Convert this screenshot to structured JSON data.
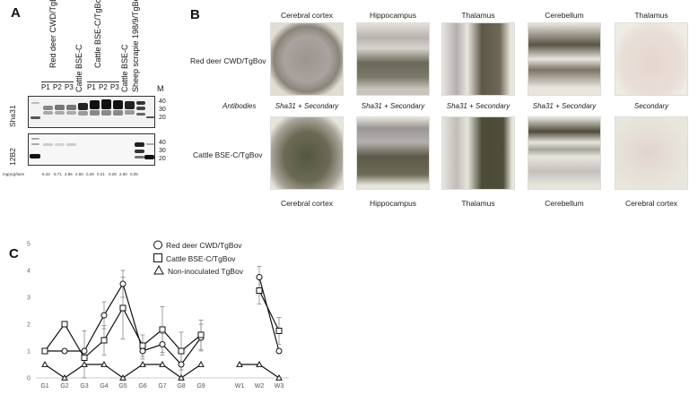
{
  "panel_a": {
    "letter": "A",
    "group_labels": [
      "Red deer CWD/TgBov",
      "Cattle BSE-C/TgBov"
    ],
    "lane_labels": [
      "P1",
      "P2",
      "P3",
      "Cattle BSE-C",
      "P1",
      "P2",
      "P3",
      "Cattle BSE-C",
      "Sheep scrapie 198/9/TgBov",
      "M"
    ],
    "antibodies": [
      "Sha31",
      "12B2"
    ],
    "mw_markers": [
      "40",
      "30",
      "20"
    ],
    "amount_label": "mg(eq)/lane",
    "amounts": [
      "6.43",
      "5.71",
      "2.86",
      "2.50",
      "0.28",
      "0.21",
      "0.28",
      "2.50",
      "0.05"
    ]
  },
  "panel_b": {
    "letter": "B",
    "rows": [
      {
        "label": "Red deer CWD/TgBov",
        "columns": [
          "Cerebral cortex",
          "Hippocampus",
          "Thalamus",
          "Cerebellum",
          "Thalamus"
        ]
      },
      {
        "label": "Cattle BSE-C/TgBov",
        "columns": [
          "Cerebral cortex",
          "Hippocampus",
          "Thalamus",
          "Cerebellum",
          "Cerebral cortex"
        ]
      }
    ],
    "antibodies_label": "Antibodies",
    "antibodies": [
      "Sha31 + Secondary",
      "Sha31 + Secondary",
      "Sha31 + Secondary",
      "Sha31 + Secondary",
      "Secondary"
    ]
  },
  "panel_c": {
    "letter": "C"
  },
  "chart_data": {
    "type": "line",
    "title": "",
    "xlabel": "",
    "ylabel": "",
    "ylim": [
      0,
      5
    ],
    "yticks": [
      "0",
      "1",
      "2",
      "3",
      "4",
      "5"
    ],
    "categories": [
      "G1",
      "G2",
      "G3",
      "G4",
      "G5",
      "G6",
      "G7",
      "G8",
      "G9",
      "W1",
      "W2",
      "W3"
    ],
    "legend_position": "upper center",
    "grid": false,
    "series": [
      {
        "name": "Red deer CWD/TgBov",
        "marker": "circle",
        "values": [
          1.0,
          1.0,
          1.0,
          2.33,
          3.5,
          1.0,
          1.25,
          0.5,
          1.5,
          null,
          3.75,
          1.0
        ],
        "error": [
          0,
          0,
          0,
          0.5,
          0.5,
          0.3,
          0.4,
          0.5,
          0.5,
          null,
          0.4,
          0
        ]
      },
      {
        "name": "Cattle BSE-C/TgBov",
        "marker": "square",
        "values": [
          1.0,
          2.0,
          0.75,
          1.4,
          2.6,
          1.2,
          1.8,
          1.0,
          1.6,
          null,
          3.25,
          1.75
        ],
        "error": [
          0,
          0,
          1.0,
          0.55,
          1.15,
          0.4,
          0.85,
          0.7,
          0.55,
          null,
          0.5,
          0.5
        ]
      },
      {
        "name": "Non-inoculated TgBov",
        "marker": "triangle",
        "values": [
          0.5,
          0.0,
          0.5,
          0.5,
          0.0,
          0.5,
          0.5,
          0.0,
          0.5,
          0.5,
          0.5,
          0.0
        ],
        "error": [
          0,
          0,
          0,
          0,
          0,
          0,
          0,
          0,
          0,
          0,
          0,
          0
        ]
      }
    ]
  }
}
